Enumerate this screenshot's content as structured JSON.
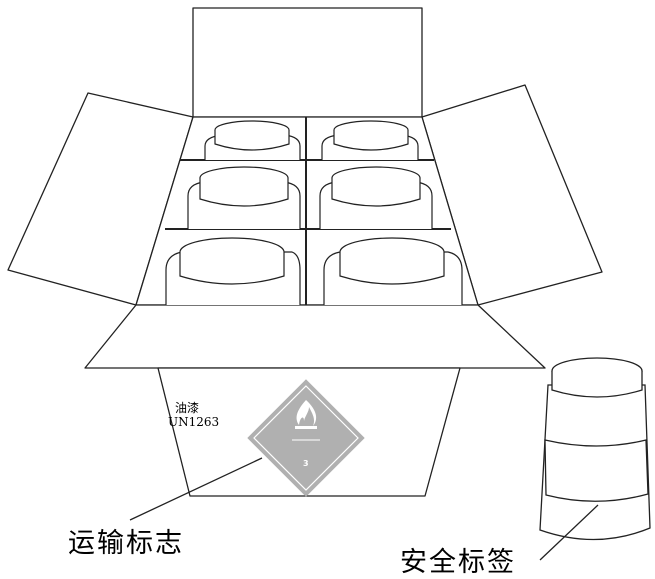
{
  "box": {
    "product_name": "油漆",
    "un_number": "UN1263"
  },
  "hazard_label": {
    "class_number": "3",
    "icon": "flame-icon",
    "color": "#b0b0b0"
  },
  "callouts": {
    "transport_mark": "运输标志",
    "safety_label": "安全标签"
  }
}
